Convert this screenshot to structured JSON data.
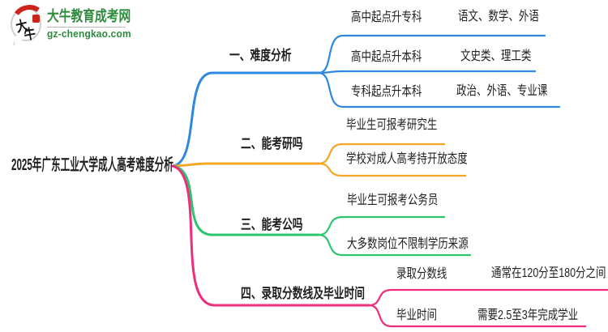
{
  "logo": {
    "icon_char_1": "大",
    "icon_char_2": "牛",
    "site_name": "大牛教育成考网",
    "site_domain": "gz-chengkao.com",
    "text_color": "#2E8B3D",
    "accent_red": "#CC2418"
  },
  "root": {
    "label": "2025年广东工业大学成人高考难度分析"
  },
  "branches": [
    {
      "label": "一、难度分析",
      "color": "#2F88E0",
      "children": [
        {
          "label": "高中起点升专科",
          "detail": "语文、数学、外语"
        },
        {
          "label": "高中起点升本科",
          "detail": "文史类、理工类"
        },
        {
          "label": "专科起点升本科",
          "detail": "政治、外语、专业课"
        }
      ]
    },
    {
      "label": "二、能考研吗",
      "color": "#F5A623",
      "children": [
        {
          "label": "毕业生可报考研究生"
        },
        {
          "label": "学校对成人高考持开放态度"
        }
      ]
    },
    {
      "label": "三、能考公吗",
      "color": "#2BC56D",
      "children": [
        {
          "label": "毕业生可报考公务员"
        },
        {
          "label": "大多数岗位不限制学历来源"
        }
      ]
    },
    {
      "label": "四、录取分数线及毕业时间",
      "color": "#EE2D7B",
      "children": [
        {
          "label": "录取分数线",
          "detail": "通常在120分至180分之间"
        },
        {
          "label": "毕业时间",
          "detail": "需要2.5至3年完成学业"
        }
      ]
    }
  ]
}
